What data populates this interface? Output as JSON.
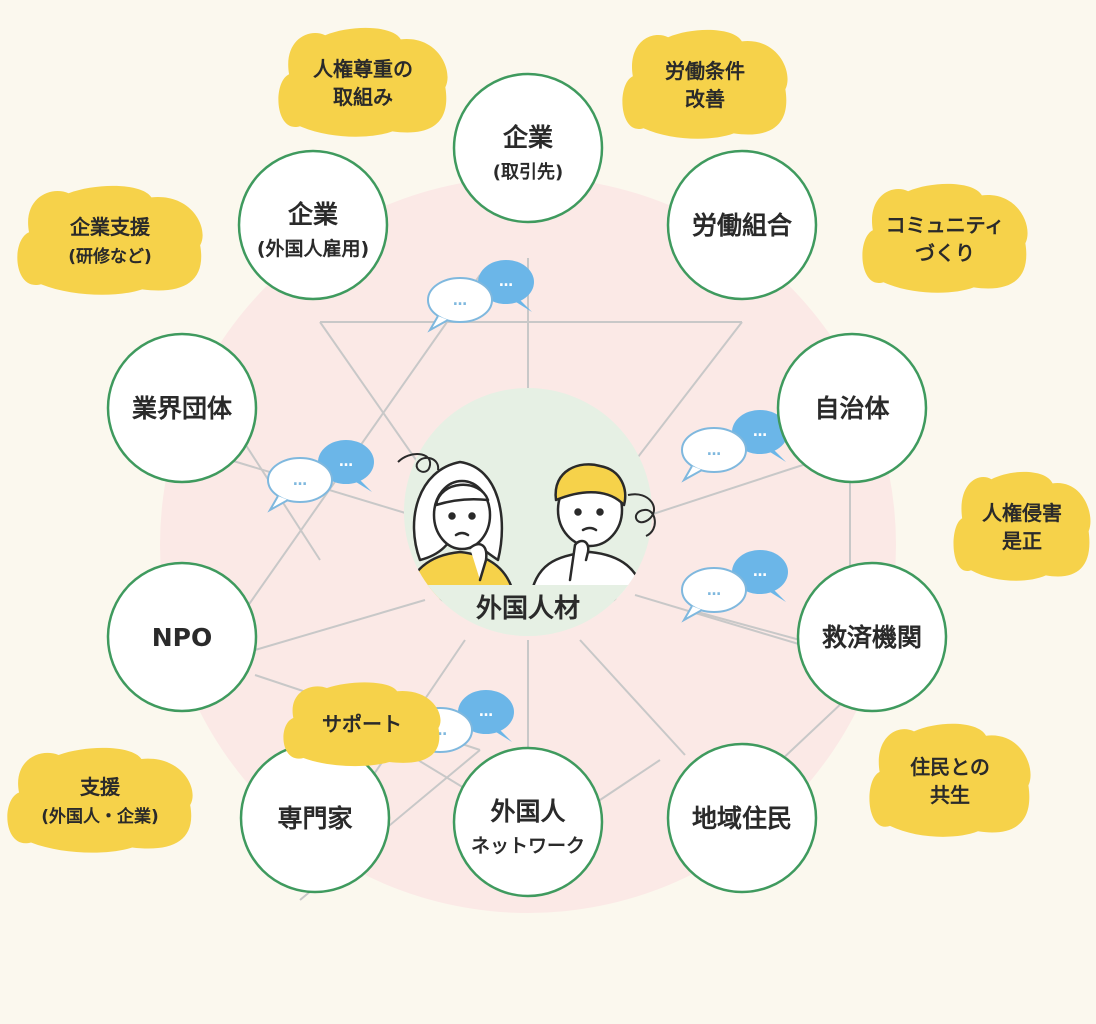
{
  "center": {
    "label": "外国人材"
  },
  "nodes": [
    {
      "id": "company-client",
      "title": "企業",
      "subtitle": "(取引先)"
    },
    {
      "id": "labor-union",
      "title": "労働組合",
      "subtitle": ""
    },
    {
      "id": "municipality",
      "title": "自治体",
      "subtitle": ""
    },
    {
      "id": "relief-agency",
      "title": "救済機関",
      "subtitle": ""
    },
    {
      "id": "local-residents",
      "title": "地域住民",
      "subtitle": ""
    },
    {
      "id": "foreigner-network",
      "title": "外国人",
      "subtitle": "ネットワーク"
    },
    {
      "id": "experts",
      "title": "専門家",
      "subtitle": ""
    },
    {
      "id": "npo",
      "title": "NPO",
      "subtitle": ""
    },
    {
      "id": "industry-group",
      "title": "業界団体",
      "subtitle": ""
    },
    {
      "id": "company-employer",
      "title": "企業",
      "subtitle": "(外国人雇用)"
    }
  ],
  "clouds": [
    {
      "id": "human-rights-respect",
      "lines": [
        "人権尊重の",
        "取組み"
      ]
    },
    {
      "id": "labor-conditions",
      "lines": [
        "労働条件",
        "改善"
      ]
    },
    {
      "id": "community-building",
      "lines": [
        "コミュニティ",
        "づくり"
      ]
    },
    {
      "id": "rights-violation-correction",
      "lines": [
        "人権侵害",
        "是正"
      ]
    },
    {
      "id": "coexistence",
      "lines": [
        "住民との",
        "共生"
      ]
    },
    {
      "id": "support",
      "lines": [
        "サポート"
      ]
    },
    {
      "id": "support-foreigners-companies",
      "lines": [
        "支援",
        "(外国人・企業)"
      ]
    },
    {
      "id": "company-support",
      "lines": [
        "企業支援",
        "(研修など)"
      ]
    }
  ],
  "bubble_text": "…",
  "colors": {
    "background": "#fbf8ee",
    "big_circle": "#fbe9e6",
    "node_border": "#3f9a5e",
    "cloud": "#f6d24a",
    "center_bg": "#e6f0e4",
    "line": "#c8c8c8",
    "bubble_outline": "#7fb8de",
    "bubble_fill": "#6bb6e8"
  }
}
